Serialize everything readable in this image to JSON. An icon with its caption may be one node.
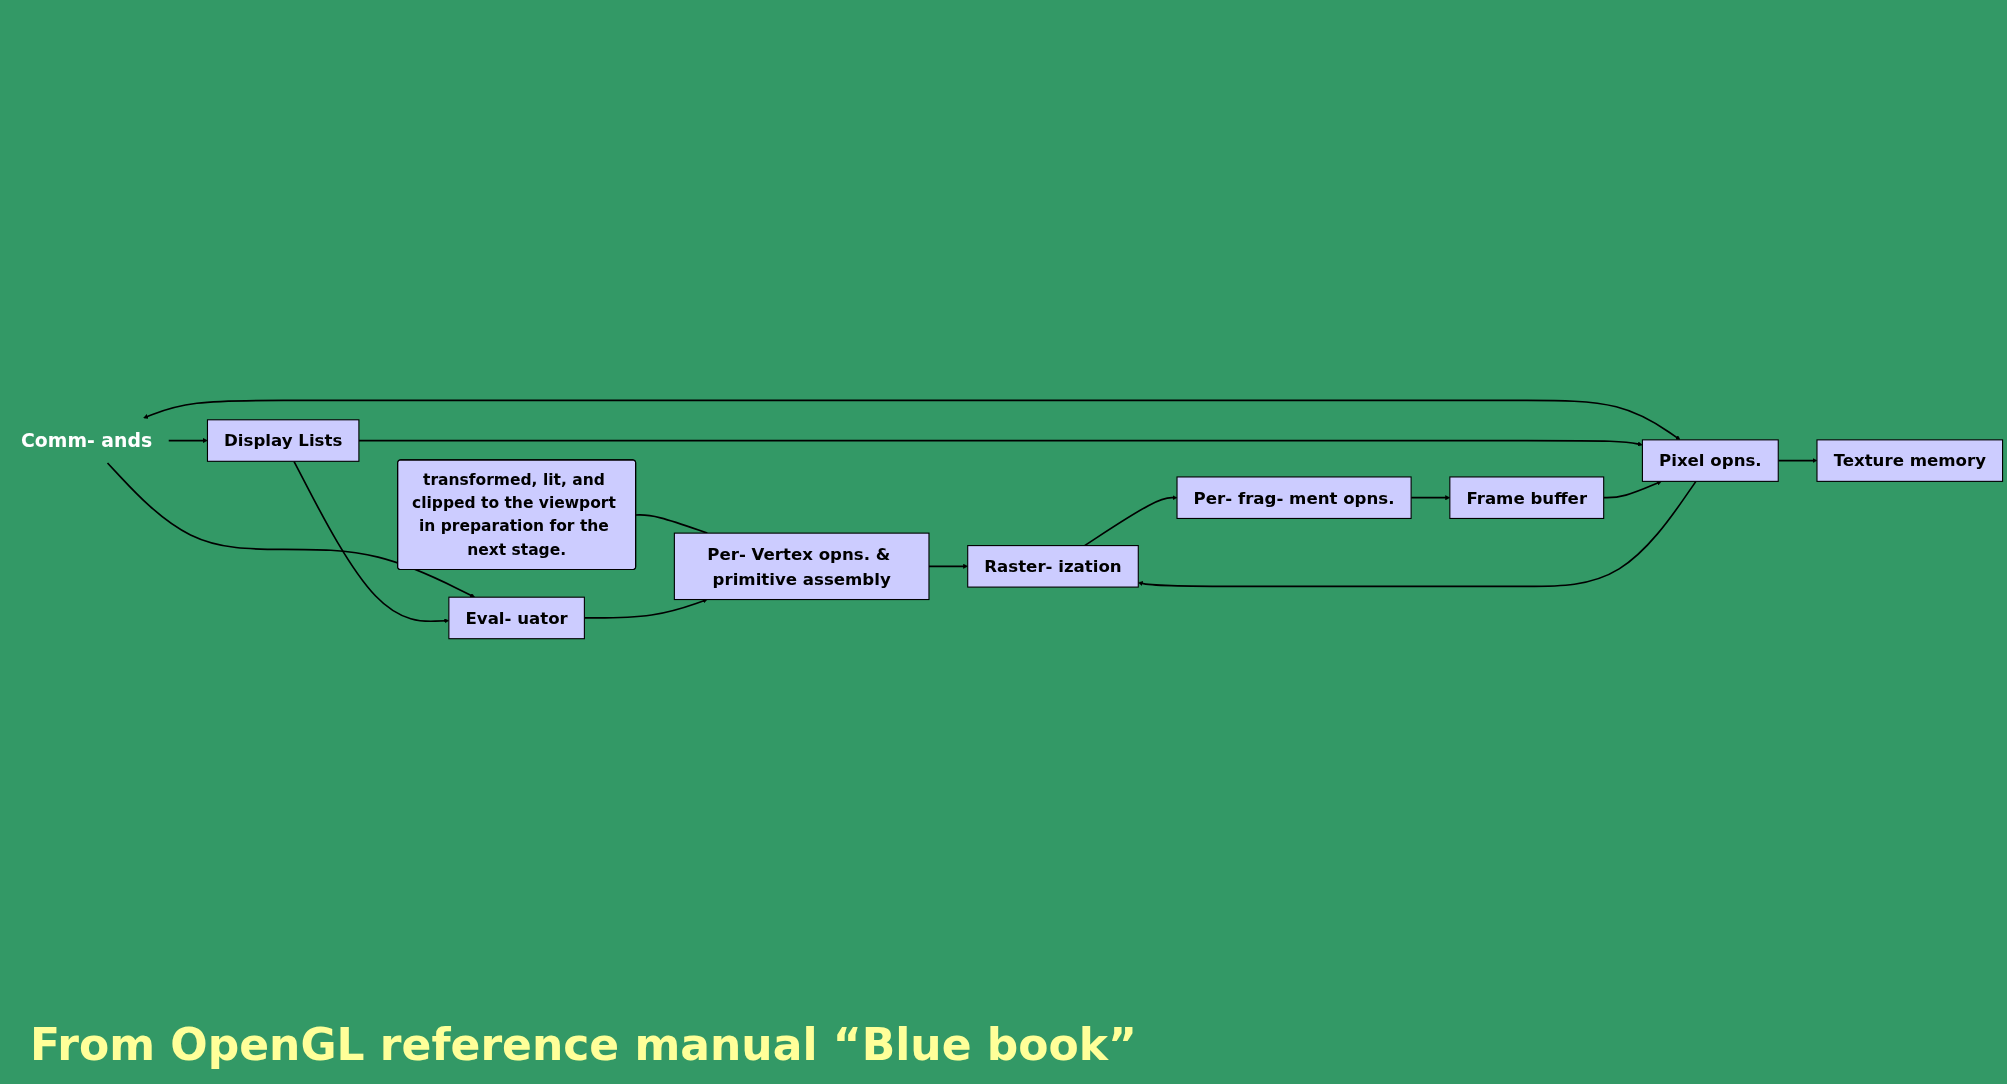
{
  "diagram": {
    "caption": "From OpenGL reference manual “Blue book”",
    "nodes": [
      {
        "text": [
          "Comm- ands"
        ]
      },
      {
        "text": [
          "Display Lists"
        ]
      },
      {
        "text": [
          "transformed, lit, and clipped to the viewport in preparation for the next stage."
        ]
      },
      {
        "text": [
          "Eval- uator"
        ]
      },
      {
        "text": [
          "Per- Vertex opns. & primitive assembly"
        ]
      },
      {
        "text": [
          "Raster- ization"
        ]
      },
      {
        "text": [
          "Per- frag- ment opns."
        ]
      },
      {
        "text": [
          "Texture memory"
        ]
      },
      {
        "text": [
          "Pixel opns."
        ]
      },
      {
        "text": [
          "Frame buffer"
        ]
      }
    ],
    "edges": [
      {
        "from": 0,
        "to": 1,
        "arrow": "to"
      },
      {
        "from": 0,
        "to": 3,
        "arrow": "to"
      },
      {
        "from": 1,
        "to": 3,
        "arrow": "to"
      },
      {
        "from": 2,
        "to": 4,
        "arrow": "none"
      },
      {
        "from": 3,
        "to": 4,
        "arrow": "to"
      },
      {
        "from": 4,
        "to": 5,
        "arrow": "to"
      },
      {
        "from": 5,
        "to": 6,
        "arrow": "to"
      },
      {
        "from": 0,
        "to": 8,
        "arrow": "both"
      },
      {
        "from": 1,
        "to": 8,
        "arrow": "to"
      },
      {
        "from": 8,
        "to": 5,
        "arrow": "to"
      },
      {
        "from": 8,
        "to": 7,
        "arrow": "to"
      },
      {
        "from": 6,
        "to": 9,
        "arrow": "to"
      },
      {
        "from": 9,
        "to": 8,
        "arrow": "to"
      }
    ]
  }
}
